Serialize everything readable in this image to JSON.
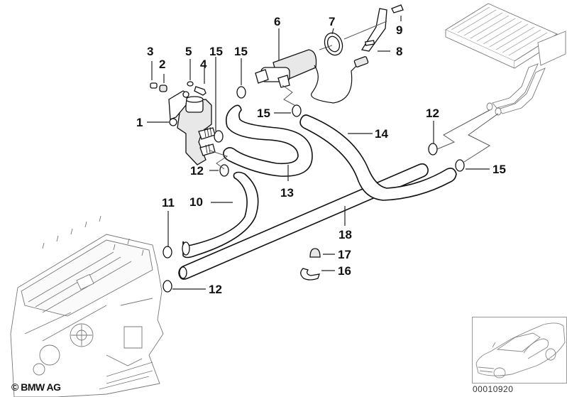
{
  "diagram": {
    "title": "Heater water valve / auxiliary water pump and hoses",
    "callouts": [
      {
        "id": "c1",
        "label": "1",
        "part": "water-valve"
      },
      {
        "id": "c2",
        "label": "2",
        "part": "grommet"
      },
      {
        "id": "c3",
        "label": "3",
        "part": "bushing"
      },
      {
        "id": "c4",
        "label": "4",
        "part": "bolt"
      },
      {
        "id": "c5",
        "label": "5",
        "part": "washer"
      },
      {
        "id": "c6",
        "label": "6",
        "part": "auxiliary-water-pump"
      },
      {
        "id": "c7",
        "label": "7",
        "part": "rubber-ring"
      },
      {
        "id": "c8",
        "label": "8",
        "part": "bracket"
      },
      {
        "id": "c9",
        "label": "9",
        "part": "screw"
      },
      {
        "id": "c10",
        "label": "10",
        "part": "hose"
      },
      {
        "id": "c11",
        "label": "11",
        "part": "hose-clamp"
      },
      {
        "id": "c12a",
        "label": "12",
        "part": "hose-clamp"
      },
      {
        "id": "c12b",
        "label": "12",
        "part": "hose-clamp"
      },
      {
        "id": "c12c",
        "label": "12",
        "part": "hose-clamp"
      },
      {
        "id": "c13",
        "label": "13",
        "part": "hose"
      },
      {
        "id": "c14",
        "label": "14",
        "part": "hose"
      },
      {
        "id": "c15a",
        "label": "15",
        "part": "hose-clamp"
      },
      {
        "id": "c15b",
        "label": "15",
        "part": "hose-clamp"
      },
      {
        "id": "c15c",
        "label": "15",
        "part": "hose-clamp"
      },
      {
        "id": "c15d",
        "label": "15",
        "part": "hose-clamp"
      },
      {
        "id": "c16",
        "label": "16",
        "part": "clip"
      },
      {
        "id": "c17",
        "label": "17",
        "part": "cap"
      },
      {
        "id": "c18",
        "label": "18",
        "part": "hose"
      }
    ]
  },
  "footer": {
    "copyright": "© BMW AG",
    "diagram_number": "00010920"
  }
}
